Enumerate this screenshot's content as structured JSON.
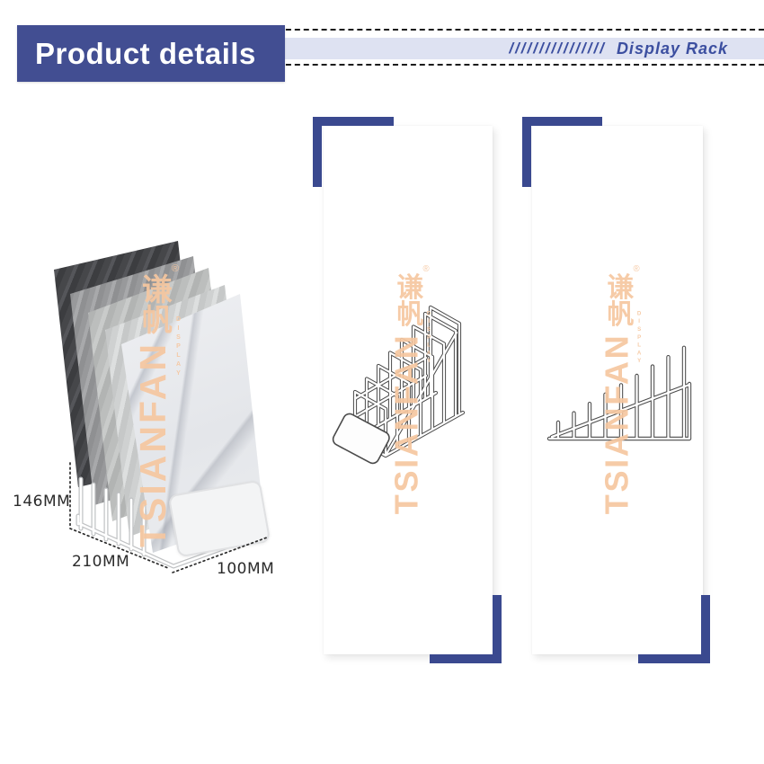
{
  "header": {
    "title": "Product details",
    "slashes": "////////////////",
    "label": "Display Rack"
  },
  "watermark": {
    "reg": "®",
    "cn": "谦帆",
    "en": "TSIANFAN",
    "sub": "DISPLAY"
  },
  "left_product": {
    "dim_height": "146MM",
    "dim_depth": "210MM",
    "dim_width": "100MM"
  },
  "colors": {
    "banner_blue": "#424e92",
    "bracket_blue": "#3a498f",
    "band_lavender": "#dee2f2",
    "band_text_blue": "#3c4fa0",
    "watermark_orange": "#f6c7a0",
    "dashed_line": "#1b1b1b",
    "dimension_text": "#2b2b2b"
  }
}
